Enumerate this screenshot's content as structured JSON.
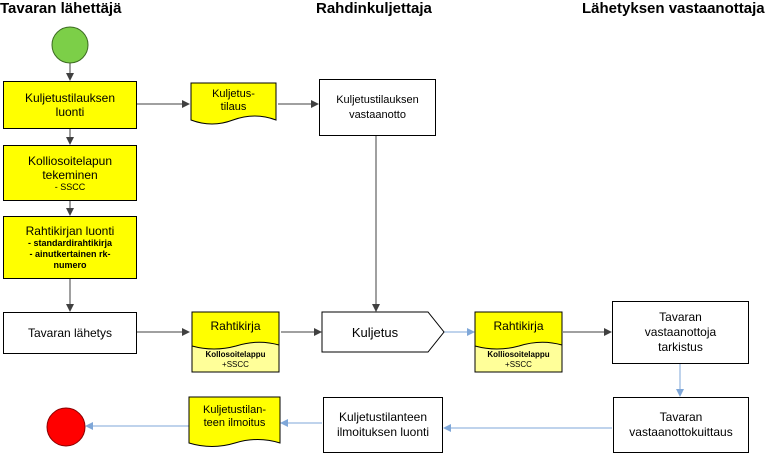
{
  "lanes": {
    "sender": "Tavaran lähettäjä",
    "carrier": "Rahdinkuljettaja",
    "receiver": "Lähetyksen vastaanottaja"
  },
  "nodes": {
    "order_create": "Kuljetustilauksen luonti",
    "label_line1": "Kolliosoitelapun",
    "label_line2": "tekeminen",
    "label_line3": "- SSCC",
    "waybill_title": "Rahtikirjan luonti",
    "waybill_item1": "- standardirahtikirja",
    "waybill_item2": "- ainutkertainen rk-",
    "waybill_item3": "numero",
    "ship": "Tavaran lähetys",
    "order_doc_line1": "Kuljetus-",
    "order_doc_line2": "tilaus",
    "order_receive_line1": "Kuljetustilauksen",
    "order_receive_line2": "vastaanotto",
    "waybill_doc": "Rahtikirja",
    "label_doc_line1": "Kollosoitelappu",
    "label_doc_line2": "+SSCC",
    "transport": "Kuljetus",
    "waybill_doc2": "Rahtikirja",
    "label_doc2_line1": "Kolliosoitelappu",
    "label_doc2_line2": "+SSCC",
    "receive_check_line1": "Tavaran",
    "receive_check_line2": "vastaanottoja",
    "receive_check_line3": "tarkistus",
    "receipt_line1": "Tavaran",
    "receipt_line2": "vastaanottokuittaus",
    "status_notice_line1": "Kuljetustilanteen",
    "status_notice_line2": "ilmoituksen luonti",
    "status_doc_line1": "Kuljetustilan-",
    "status_doc_line2": "teen ilmoitus"
  },
  "colors": {
    "start": "#7ccf48",
    "end": "#ff0000",
    "yellow": "#ffff00",
    "pale_yellow": "#ffff99",
    "blue_arrow": "#7fa7d8"
  }
}
